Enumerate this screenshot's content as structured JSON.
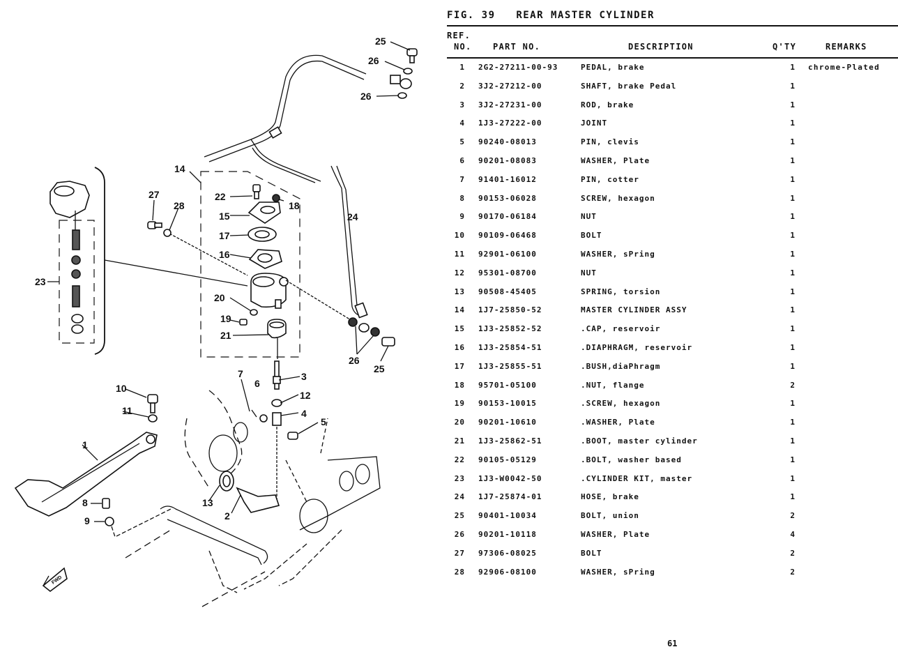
{
  "figure": {
    "label": "FIG. 39",
    "title": "REAR MASTER CYLINDER"
  },
  "table": {
    "headers": {
      "ref_line1": "REF.",
      "ref_line2": "NO.",
      "part_no": "PART NO.",
      "description": "DESCRIPTION",
      "qty": "Q'TY",
      "remarks": "REMARKS"
    },
    "rows": [
      {
        "ref": "1",
        "part_no": "2G2-27211-00-93",
        "description": "PEDAL, brake",
        "qty": "1",
        "remarks": "chrome-Plated"
      },
      {
        "ref": "2",
        "part_no": "3J2-27212-00",
        "description": "SHAFT, brake Pedal",
        "qty": "1",
        "remarks": ""
      },
      {
        "ref": "3",
        "part_no": "3J2-27231-00",
        "description": "ROD, brake",
        "qty": "1",
        "remarks": ""
      },
      {
        "ref": "4",
        "part_no": "1J3-27222-00",
        "description": "JOINT",
        "qty": "1",
        "remarks": ""
      },
      {
        "ref": "5",
        "part_no": "90240-08013",
        "description": "PIN, clevis",
        "qty": "1",
        "remarks": ""
      },
      {
        "ref": "6",
        "part_no": "90201-08083",
        "description": "WASHER, Plate",
        "qty": "1",
        "remarks": ""
      },
      {
        "ref": "7",
        "part_no": "91401-16012",
        "description": "PIN, cotter",
        "qty": "1",
        "remarks": ""
      },
      {
        "ref": "8",
        "part_no": "90153-06028",
        "description": "SCREW, hexagon",
        "qty": "1",
        "remarks": ""
      },
      {
        "ref": "9",
        "part_no": "90170-06184",
        "description": "NUT",
        "qty": "1",
        "remarks": ""
      },
      {
        "ref": "10",
        "part_no": "90109-06468",
        "description": "BOLT",
        "qty": "1",
        "remarks": ""
      },
      {
        "ref": "11",
        "part_no": "92901-06100",
        "description": "WASHER, sPring",
        "qty": "1",
        "remarks": ""
      },
      {
        "ref": "12",
        "part_no": "95301-08700",
        "description": "NUT",
        "qty": "1",
        "remarks": ""
      },
      {
        "ref": "13",
        "part_no": "90508-45405",
        "description": "SPRING, torsion",
        "qty": "1",
        "remarks": ""
      },
      {
        "ref": "14",
        "part_no": "1J7-25850-52",
        "description": "MASTER CYLINDER ASSY",
        "qty": "1",
        "remarks": ""
      },
      {
        "ref": "15",
        "part_no": "1J3-25852-52",
        "description": ".CAP, reservoir",
        "qty": "1",
        "remarks": ""
      },
      {
        "ref": "16",
        "part_no": "1J3-25854-51",
        "description": ".DIAPHRAGM, reservoir",
        "qty": "1",
        "remarks": ""
      },
      {
        "ref": "17",
        "part_no": "1J3-25855-51",
        "description": ".BUSH,diaPhragm",
        "qty": "1",
        "remarks": ""
      },
      {
        "ref": "18",
        "part_no": "95701-05100",
        "description": ".NUT, flange",
        "qty": "2",
        "remarks": ""
      },
      {
        "ref": "19",
        "part_no": "90153-10015",
        "description": ".SCREW, hexagon",
        "qty": "1",
        "remarks": ""
      },
      {
        "ref": "20",
        "part_no": "90201-10610",
        "description": ".WASHER, Plate",
        "qty": "1",
        "remarks": ""
      },
      {
        "ref": "21",
        "part_no": "1J3-25862-51",
        "description": ".BOOT, master cylinder",
        "qty": "1",
        "remarks": ""
      },
      {
        "ref": "22",
        "part_no": "90105-05129",
        "description": ".BOLT, washer based",
        "qty": "1",
        "remarks": ""
      },
      {
        "ref": "23",
        "part_no": "1J3-W0042-50",
        "description": ".CYLINDER KIT, master",
        "qty": "1",
        "remarks": ""
      },
      {
        "ref": "24",
        "part_no": "1J7-25874-01",
        "description": "HOSE, brake",
        "qty": "1",
        "remarks": ""
      },
      {
        "ref": "25",
        "part_no": "90401-10034",
        "description": "BOLT, union",
        "qty": "2",
        "remarks": ""
      },
      {
        "ref": "26",
        "part_no": "90201-10118",
        "description": "WASHER, Plate",
        "qty": "4",
        "remarks": ""
      },
      {
        "ref": "27",
        "part_no": "97306-08025",
        "description": "BOLT",
        "qty": "2",
        "remarks": ""
      },
      {
        "ref": "28",
        "part_no": "92906-08100",
        "description": "WASHER, sPring",
        "qty": "2",
        "remarks": ""
      }
    ]
  },
  "diagram": {
    "callouts": [
      "1",
      "2",
      "3",
      "4",
      "5",
      "6",
      "7",
      "8",
      "9",
      "10",
      "11",
      "12",
      "13",
      "14",
      "15",
      "16",
      "17",
      "18",
      "19",
      "20",
      "21",
      "22",
      "23",
      "24",
      "25",
      "26",
      "26",
      "26",
      "25",
      "27",
      "28"
    ],
    "front_arrow_label": "FWD"
  },
  "page_number": "61"
}
